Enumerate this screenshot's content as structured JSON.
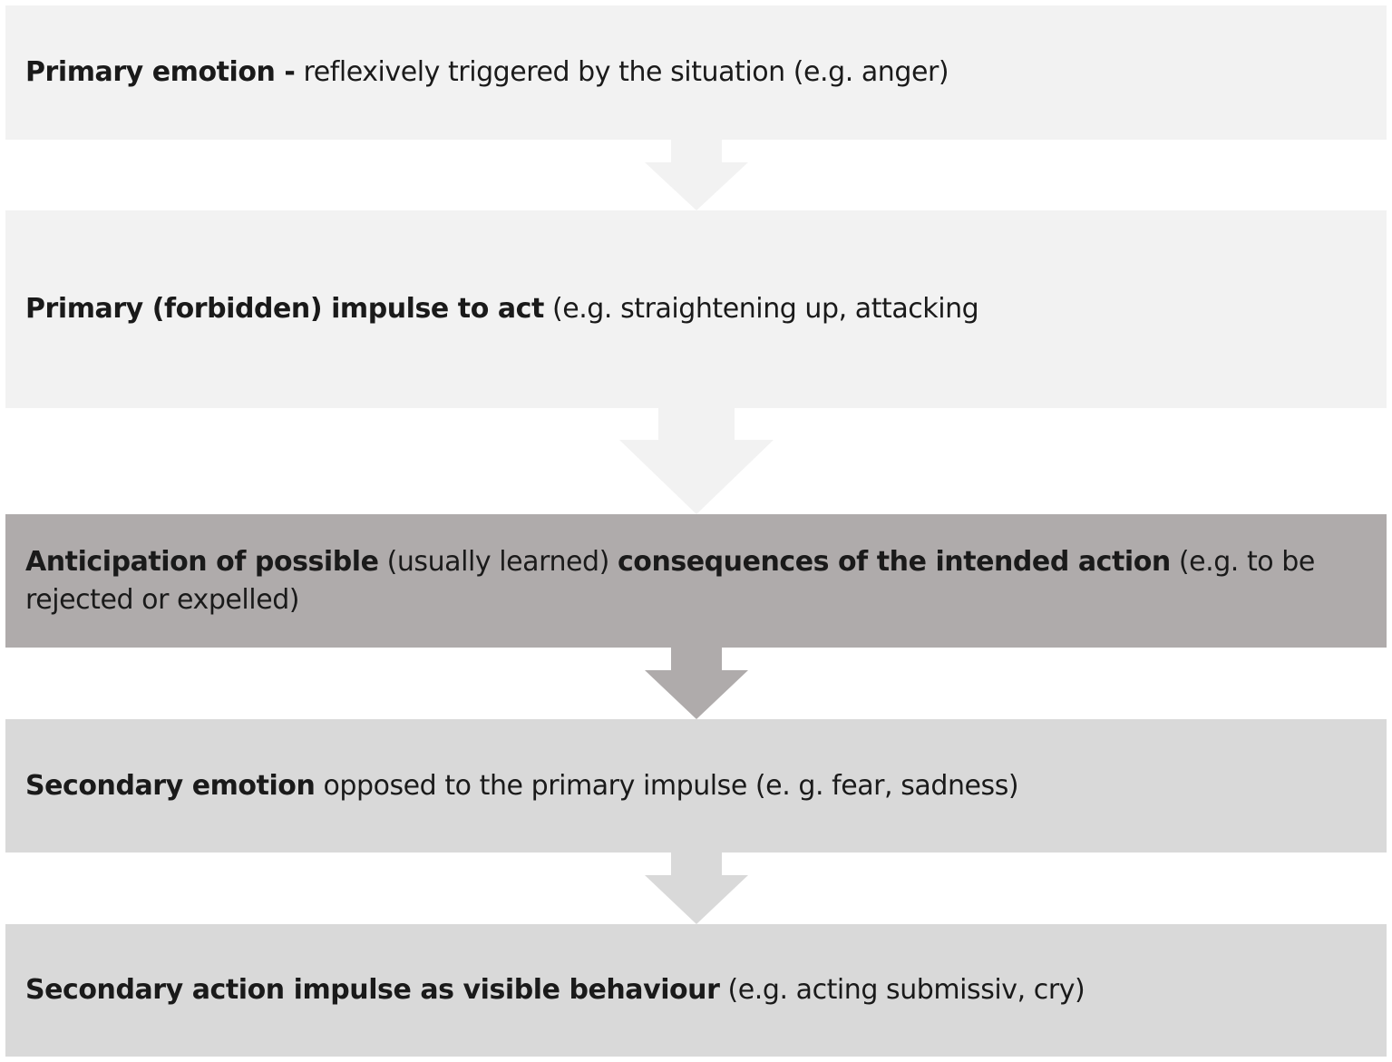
{
  "steps": [
    {
      "id": "primary-emotion",
      "segments": [
        {
          "text": "Primary emotion -",
          "bold": true
        },
        {
          "text": " reflexively triggered by the situation (e.g. anger)",
          "bold": false
        }
      ],
      "fill": "#f2f2f2"
    },
    {
      "id": "primary-impulse",
      "segments": [
        {
          "text": "Primary (forbidden) impulse to act",
          "bold": true
        },
        {
          "text": " (e.g. straightening up, attacking",
          "bold": false
        }
      ],
      "fill": "#f2f2f2"
    },
    {
      "id": "anticipation",
      "segments": [
        {
          "text": "Anticipation of possible",
          "bold": true
        },
        {
          "text": " (usually learned) ",
          "bold": false
        },
        {
          "text": "consequences of the intended action",
          "bold": true
        },
        {
          "text": " (e.g. to be rejected or expelled)",
          "bold": false
        }
      ],
      "fill": "#afabab"
    },
    {
      "id": "secondary-emotion",
      "segments": [
        {
          "text": "Secondary emotion",
          "bold": true
        },
        {
          "text": " opposed to the primary impulse (e. g. fear, sadness)",
          "bold": false
        }
      ],
      "fill": "#d9d9d9"
    },
    {
      "id": "secondary-action",
      "segments": [
        {
          "text": "Secondary action impulse as visible behaviour",
          "bold": true
        },
        {
          "text": " (e.g. acting submissiv, cry)",
          "bold": false
        }
      ],
      "fill": "#d9d9d9"
    }
  ],
  "arrow_colors": [
    "#f2f2f2",
    "#f2f2f2",
    "#afabab",
    "#d9d9d9"
  ]
}
